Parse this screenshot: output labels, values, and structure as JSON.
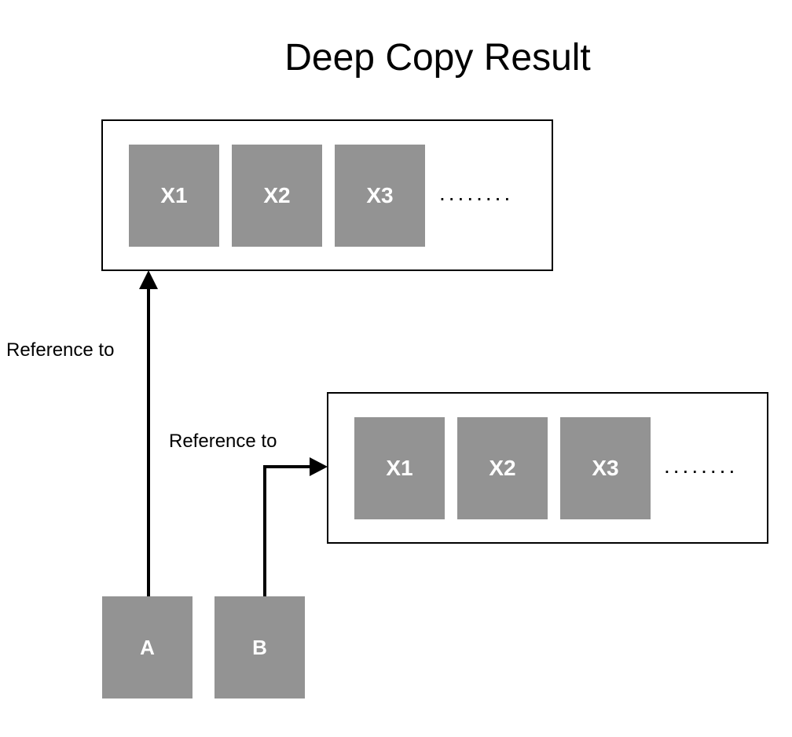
{
  "title": "Deep Copy Result",
  "top_array": {
    "cells": [
      "X1",
      "X2",
      "X3"
    ],
    "ellipsis": "........"
  },
  "bottom_array": {
    "cells": [
      "X1",
      "X2",
      "X3"
    ],
    "ellipsis": "........"
  },
  "variables": {
    "a": "A",
    "b": "B"
  },
  "edges": {
    "a_to_top": "Reference to",
    "b_to_bottom": "Reference to"
  },
  "colors": {
    "cell_fill": "#939393",
    "cell_text": "#ffffff",
    "line": "#000000"
  }
}
